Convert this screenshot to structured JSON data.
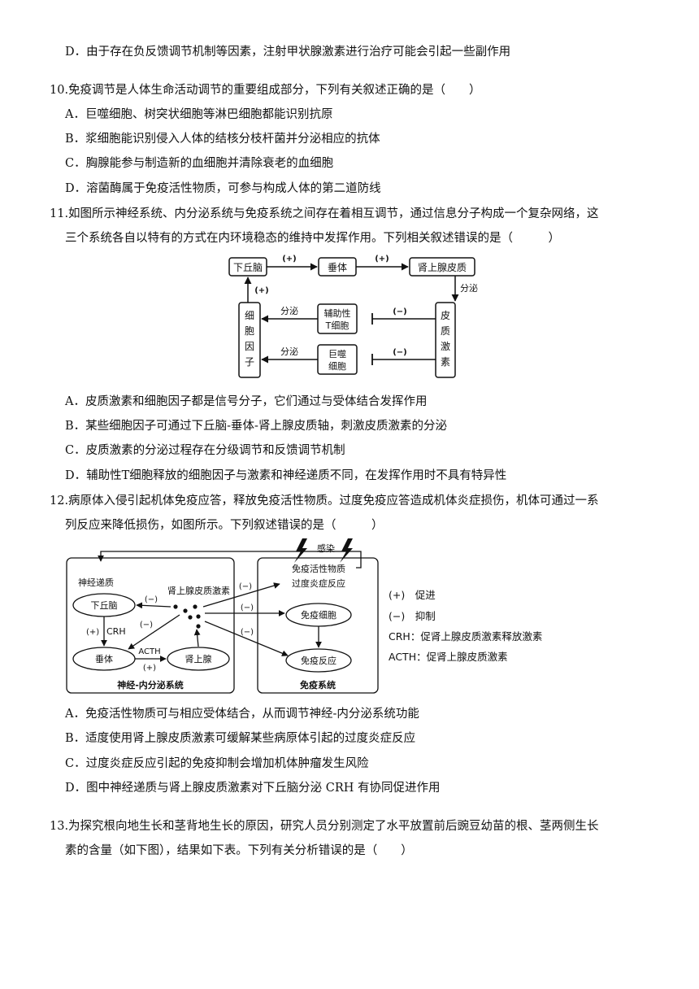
{
  "q9": {
    "optD": "D．由于存在负反馈调节机制等因素，注射甲状腺激素进行治疗可能会引起一些副作用"
  },
  "q10": {
    "stem": "10.免疫调节是人体生命活动调节的重要组成部分，下列有关叙述正确的是（　　）",
    "optA": "A．巨噬细胞、树突状细胞等淋巴细胞都能识别抗原",
    "optB": "B．浆细胞能识别侵入人体的结核分枝杆菌并分泌相应的抗体",
    "optC": "C．胸腺能参与制造新的血细胞并清除衰老的血细胞",
    "optD": "D．溶菌酶属于免疫活性物质，可参与构成人体的第二道防线"
  },
  "q11": {
    "stem1": "11.如图所示神经系统、内分泌系统与免疫系统之间存在着相互调节，通过信息分子构成一个复杂网络，这",
    "stem2": "三个系统各自以特有的方式在内环境稳态的维持中发挥作用。下列相关叙述错误的是（　　　）",
    "diagram": {
      "hypothalamus": "下丘脑",
      "pituitary": "垂体",
      "adrenal_cortex": "肾上腺皮质",
      "plus": "(+)",
      "minus": "(−)",
      "secrete": "分泌",
      "cortisol": [
        "皮",
        "质",
        "激",
        "素"
      ],
      "cytokine": [
        "细",
        "胞",
        "因",
        "子"
      ],
      "helper_t_1": "辅助性",
      "helper_t_2": "T细胞",
      "macrophage_1": "巨噬",
      "macrophage_2": "细胞"
    },
    "optA": "A．皮质激素和细胞因子都是信号分子，它们通过与受体结合发挥作用",
    "optB": "B．某些细胞因子可通过下丘脑-垂体-肾上腺皮质轴，刺激皮质激素的分泌",
    "optC": "C．皮质激素的分泌过程存在分级调节和反馈调节机制",
    "optD": "D．辅助性T细胞释放的细胞因子与激素和神经递质不同，在发挥作用时不具有特异性"
  },
  "q12": {
    "stem1": "12.病原体入侵引起机体免疫应答，释放免疫活性物质。过度免疫应答造成机体炎症损伤，机体可通过一系",
    "stem2": "列反应来降低损伤，如图所示。下列叙述错误的是（　　　）",
    "diagram": {
      "infection": "感染",
      "immune_substance": "免疫活性物质",
      "inflammation": "过度炎症反应",
      "immune_cell": "免疫细胞",
      "immune_response": "免疫反应",
      "immune_system": "免疫系统",
      "neurotransmitter": "神经递质",
      "hypothalamus": "下丘脑",
      "pituitary": "垂体",
      "adrenal": "肾上腺",
      "adrenal_hormone": "肾上腺皮质激素",
      "crh": "CRH",
      "acth": "ACTH",
      "plus": "(+)",
      "minus": "(−)",
      "neuro_system": "神经-内分泌系统"
    },
    "legend": {
      "promote": "(+)　促进",
      "inhibit": "(−)　抑制",
      "crh": "CRH：促肾上腺皮质激素释放激素",
      "acth": "ACTH：促肾上腺皮质激素"
    },
    "optA": "A．免疫活性物质可与相应受体结合，从而调节神经-内分泌系统功能",
    "optB": "B．适度使用肾上腺皮质激素可缓解某些病原体引起的过度炎症反应",
    "optC": "C．过度炎症反应引起的免疫抑制会增加机体肿瘤发生风险",
    "optD": "D．图中神经递质与肾上腺皮质激素对下丘脑分泌 CRH 有协同促进作用"
  },
  "q13": {
    "stem1": "13.为探究根向地生长和茎背地生长的原因，研究人员分别测定了水平放置前后豌豆幼苗的根、茎两侧生长",
    "stem2": "素的含量（如下图），结果如下表。下列有关分析错误的是（　　）"
  }
}
